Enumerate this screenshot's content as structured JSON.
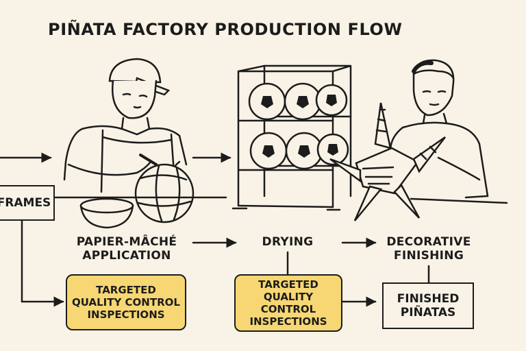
{
  "title": "PIÑATA FACTORY PRODUCTION FLOW",
  "nodes": {
    "frames": "FRAMES",
    "papier_mache_1": "PAPIER-MÂCHÉ",
    "papier_mache_2": "APPLICATION",
    "drying": "DRYING",
    "decorative_1": "DECORATIVE",
    "decorative_2": "FINISHING",
    "finished_1": "FINISHED",
    "finished_2": "PIÑATAS"
  },
  "qc_boxes": [
    {
      "line1": "TARGETED",
      "line2": "QUALITY CONTROL",
      "line3": "INSPECTIONS"
    },
    {
      "line1": "TARGETED",
      "line2": "QUALITY CONTROL",
      "line3": "INSPECTIONS"
    }
  ],
  "colors": {
    "qc_fill": "#f7d774",
    "background": "#f8f3e6",
    "ink": "#1c1c1c"
  }
}
